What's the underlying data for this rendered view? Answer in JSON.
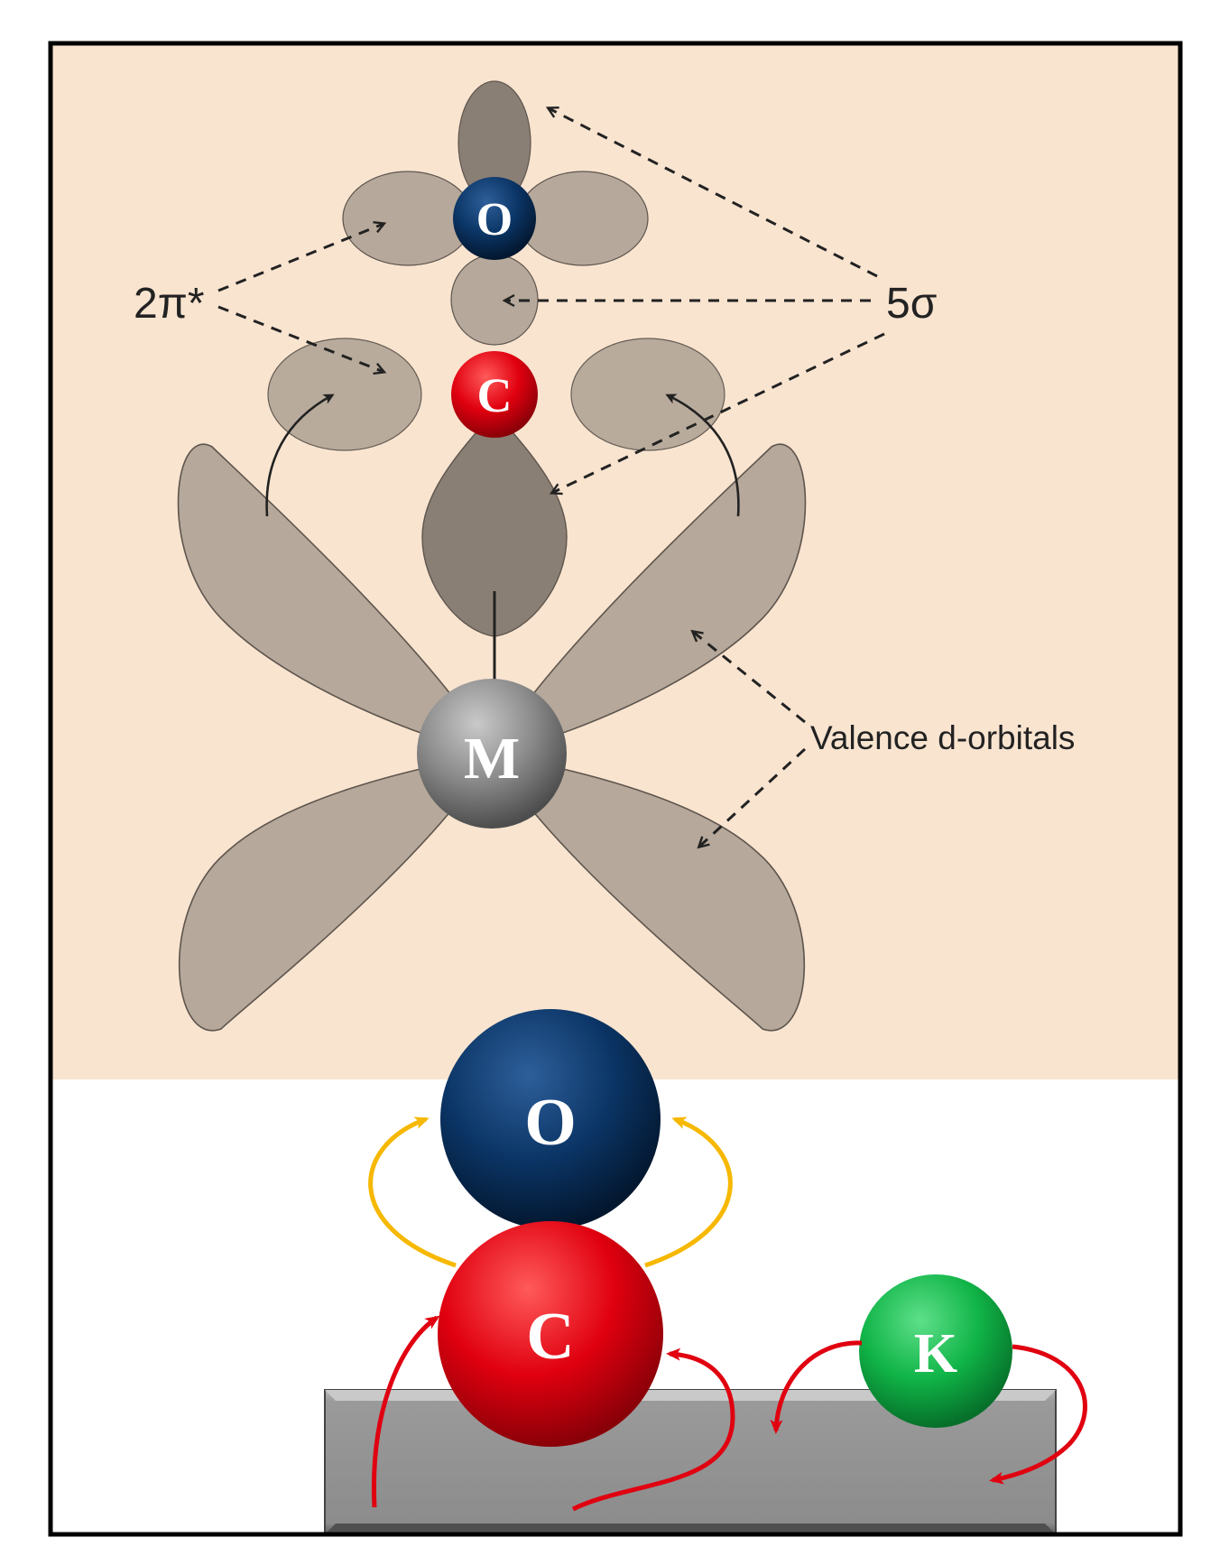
{
  "labels": {
    "two_pi_star": "2π*",
    "five_sigma": "5σ",
    "valence_d_orbitals": "Valence d-orbitals"
  },
  "top_atoms": {
    "oxygen": "O",
    "carbon": "C",
    "metal": "M"
  },
  "bottom_atoms": {
    "oxygen": "O",
    "carbon": "C",
    "potassium": "K"
  },
  "colors": {
    "top_background": "#f9e4d0",
    "orbital_lobe": "#b6a89a",
    "orbital_lobe_dark": "#8a7f74",
    "oxygen": "#0b3566",
    "carbon": "#e0000f",
    "metal": "#8a8a8a",
    "potassium": "#10b447",
    "surface": "#8c8c8c",
    "arrow_yellow": "#f6b800",
    "arrow_red": "#e00010"
  }
}
